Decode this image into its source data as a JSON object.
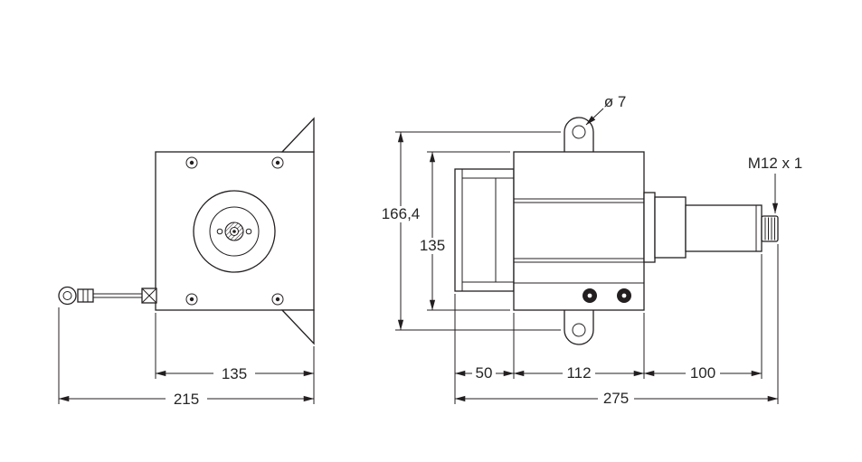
{
  "page": {
    "background": "#ffffff",
    "line_color": "#231f20",
    "text_color": "#262626"
  },
  "front_view": {
    "dim_width": "135",
    "dim_total_width": "215"
  },
  "side_view": {
    "label_hole": "ø 7",
    "label_connector": "M12 x 1",
    "dim_hole_spacing": "166,4",
    "dim_height": "135",
    "dim_flange": "50",
    "dim_body": "112",
    "dim_rear": "100",
    "dim_total": "275"
  }
}
